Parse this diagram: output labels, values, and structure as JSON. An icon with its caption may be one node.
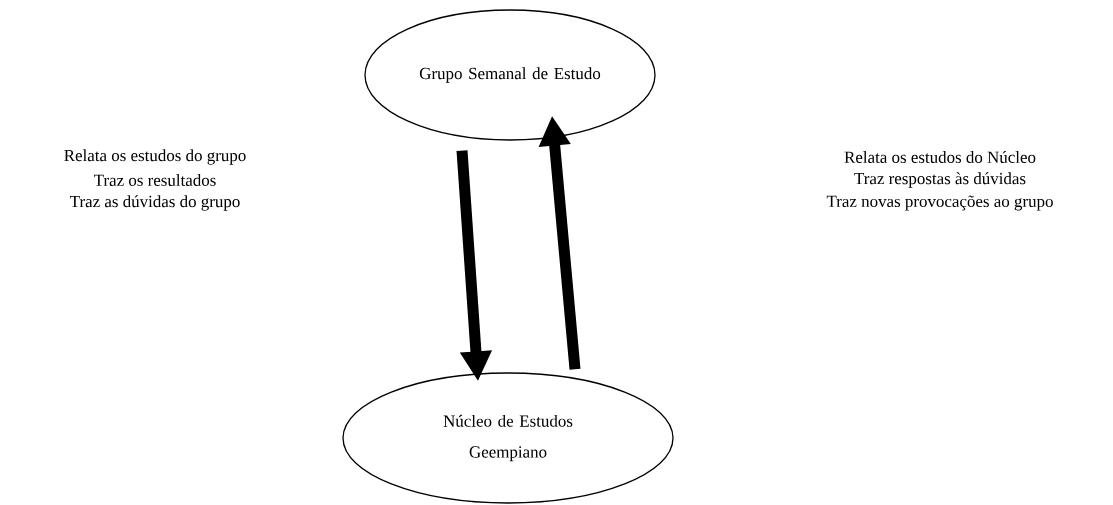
{
  "diagram": {
    "nodes": [
      {
        "text": [
          "Grupo Semanal de Estudo"
        ]
      },
      {
        "text": [
          "Núcleo de Estudos Geempiano"
        ]
      }
    ],
    "edges": [
      {
        "from": 0,
        "to": 1,
        "arrow": "to"
      },
      {
        "from": 1,
        "to": 0,
        "arrow": "to"
      }
    ],
    "labels": [
      "Relata os estudos do grupo",
      "Traz os resultados",
      "Traz as dúvidas do grupo",
      "Relata os estudos do Núcleo",
      "Traz respostas às dúvidas",
      "Traz novas provocações ao grupo"
    ]
  }
}
